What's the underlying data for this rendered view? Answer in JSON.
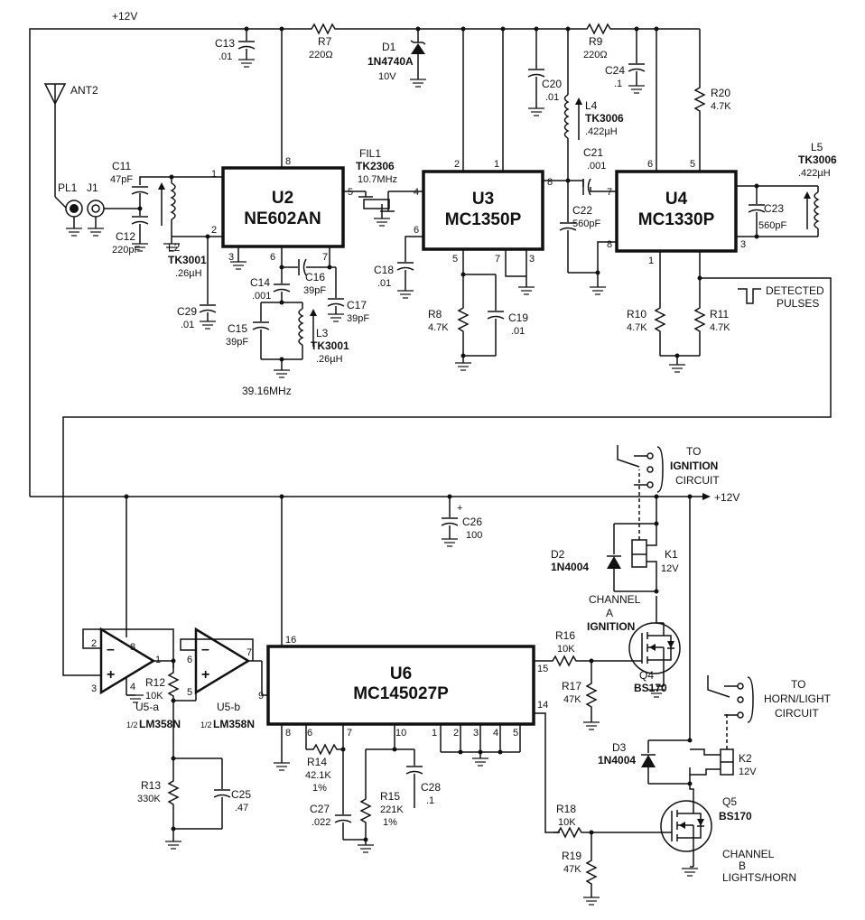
{
  "rails": {
    "top_rail": "+12V",
    "right_rail": "+12V"
  },
  "antenna": {
    "ref": "ANT2"
  },
  "connectors": {
    "pl1": "PL1",
    "j1": "J1"
  },
  "ics": {
    "u2": {
      "ref": "U2",
      "part": "NE602AN",
      "pins": [
        "1",
        "2",
        "3",
        "5",
        "6",
        "7",
        "8"
      ]
    },
    "u3": {
      "ref": "U3",
      "part": "MC1350P",
      "pins": [
        "2",
        "1",
        "4",
        "8",
        "6",
        "5",
        "7",
        "3"
      ]
    },
    "u4": {
      "ref": "U4",
      "part": "MC1330P",
      "pins": [
        "6",
        "5",
        "7",
        "8",
        "3",
        "1"
      ]
    },
    "u6": {
      "ref": "U6",
      "part": "MC145027P",
      "pins": [
        "16",
        "15",
        "9",
        "14",
        "8",
        "6",
        "7",
        "10",
        "1",
        "2",
        "3",
        "4",
        "5"
      ]
    },
    "u5a": {
      "ref": "U5-a",
      "half": "1/2",
      "part": "LM358N",
      "pins": [
        "2",
        "3",
        "8",
        "4",
        "1"
      ]
    },
    "u5b": {
      "ref": "U5-b",
      "half": "1/2",
      "part": "LM358N",
      "pins": [
        "6",
        "5",
        "7"
      ]
    }
  },
  "opamp_signs": {
    "minus": "–",
    "plus": "+"
  },
  "filter": {
    "ref": "FIL1",
    "part": "TK2306",
    "freq": "10.7MHz"
  },
  "capacitors": {
    "c11": {
      "ref": "C11",
      "value": "47pF"
    },
    "c12": {
      "ref": "C12",
      "value": "220pF"
    },
    "c13": {
      "ref": "C13",
      "value": ".01"
    },
    "c14": {
      "ref": "C14",
      "value": ".001"
    },
    "c15": {
      "ref": "C15",
      "value": "39pF"
    },
    "c16": {
      "ref": "C16",
      "value": "39pF"
    },
    "c17": {
      "ref": "C17",
      "value": "39pF"
    },
    "c18": {
      "ref": "C18",
      "value": ".01"
    },
    "c19": {
      "ref": "C19",
      "value": ".01"
    },
    "c20": {
      "ref": "C20",
      "value": ".01"
    },
    "c21": {
      "ref": "C21",
      "value": ".001"
    },
    "c22": {
      "ref": "C22",
      "value": "560pF"
    },
    "c23": {
      "ref": "C23",
      "value": "560pF"
    },
    "c24": {
      "ref": "C24",
      "value": ".1"
    },
    "c25": {
      "ref": "C25",
      "value": ".47"
    },
    "c26": {
      "ref": "C26",
      "value": "100"
    },
    "c27": {
      "ref": "C27",
      "value": ".022"
    },
    "c28": {
      "ref": "C28",
      "value": ".1"
    },
    "c29": {
      "ref": "C29",
      "value": ".01"
    }
  },
  "resistors": {
    "r7": {
      "ref": "R7",
      "value": "220Ω"
    },
    "r8": {
      "ref": "R8",
      "value": "4.7K"
    },
    "r9": {
      "ref": "R9",
      "value": "220Ω"
    },
    "r10": {
      "ref": "R10",
      "value": "4.7K"
    },
    "r11": {
      "ref": "R11",
      "value": "4.7K"
    },
    "r12": {
      "ref": "R12",
      "value": "10K"
    },
    "r13": {
      "ref": "R13",
      "value": "330K"
    },
    "r14": {
      "ref": "R14",
      "value": "42.1K",
      "tol": "1%"
    },
    "r15": {
      "ref": "R15",
      "value": "221K",
      "tol": "1%"
    },
    "r16": {
      "ref": "R16",
      "value": "10K"
    },
    "r17": {
      "ref": "R17",
      "value": "47K"
    },
    "r18": {
      "ref": "R18",
      "value": "10K"
    },
    "r19": {
      "ref": "R19",
      "value": "47K"
    },
    "r20": {
      "ref": "R20",
      "value": "4.7K"
    }
  },
  "inductors": {
    "l2": {
      "ref": "L2",
      "part": "TK3001",
      "value": ".26µH"
    },
    "l3": {
      "ref": "L3",
      "part": "TK3001",
      "value": ".26µH"
    },
    "l4": {
      "ref": "L4",
      "part": "TK3006",
      "value": ".422µH"
    },
    "l5": {
      "ref": "L5",
      "part": "TK3006",
      "value": ".422µH"
    }
  },
  "diodes": {
    "d1": {
      "ref": "D1",
      "part": "1N4740A",
      "value": "10V"
    },
    "d2": {
      "ref": "D2",
      "part": "1N4004"
    },
    "d3": {
      "ref": "D3",
      "part": "1N4004"
    }
  },
  "transistors": {
    "q4": {
      "ref": "Q4",
      "part": "BS170"
    },
    "q5": {
      "ref": "Q5",
      "part": "BS170"
    }
  },
  "relays": {
    "k1": {
      "ref": "K1",
      "value": "12V"
    },
    "k2": {
      "ref": "K2",
      "value": "12V"
    }
  },
  "labels": {
    "osc_freq": "39.16MHz",
    "detected_1": "DETECTED",
    "detected_2": "PULSES",
    "ignition_to": "TO",
    "ignition_1": "IGNITION",
    "ignition_2": "CIRCUIT",
    "horn_to": "TO",
    "horn_1": "HORN/LIGHT",
    "horn_2": "CIRCUIT",
    "chan_a_1": "CHANNEL",
    "chan_a_2": "A",
    "chan_a_3": "IGNITION",
    "chan_b_1": "CHANNEL",
    "chan_b_2": "B",
    "chan_b_3": "LIGHTS/HORN"
  }
}
